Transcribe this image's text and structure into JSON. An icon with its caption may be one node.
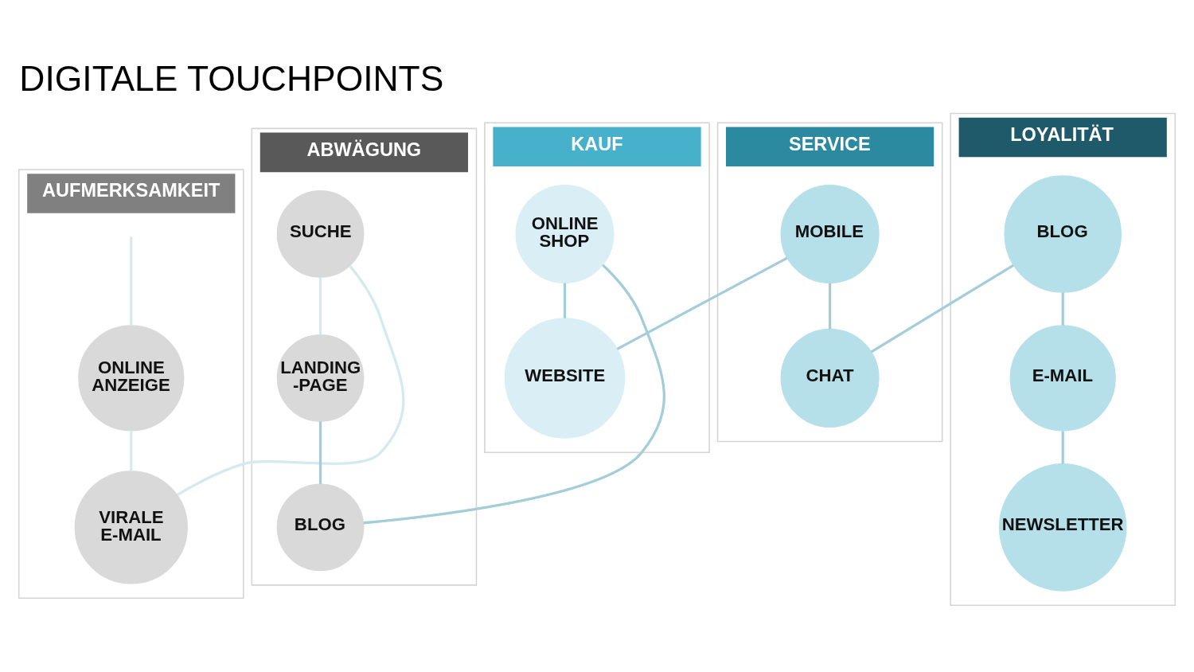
{
  "diagram": {
    "title": "DIGITALE TOUCHPOINTS",
    "nodes": [
      {
        "text": [
          "AUFMERKSAMKEIT"
        ]
      },
      {
        "text": [
          "ONLINE ANZEIGE"
        ],
        "in": 0
      },
      {
        "text": [
          "VIRALE E-MAIL"
        ],
        "in": 0
      },
      {
        "text": [
          "ABWÄGUNG"
        ]
      },
      {
        "text": [
          "SUCHE"
        ],
        "in": 3
      },
      {
        "text": [
          "LANDING -PAGE"
        ],
        "in": 3
      },
      {
        "text": [
          "BLOG"
        ],
        "in": 3
      },
      {
        "text": [
          "KAUF"
        ]
      },
      {
        "text": [
          "ONLINE SHOP"
        ],
        "in": 7
      },
      {
        "text": [
          "WEBSITE"
        ],
        "in": 7
      },
      {
        "text": [
          "SERVICE"
        ]
      },
      {
        "text": [
          "CHAT"
        ],
        "in": 10
      },
      {
        "text": [
          "MOBILE"
        ],
        "in": 10
      },
      {
        "text": [
          "LOYALITÄT"
        ]
      },
      {
        "text": [
          "BLOG"
        ],
        "in": 13
      },
      {
        "text": [
          "E-MAIL"
        ],
        "in": 13
      },
      {
        "text": [
          "NEWSLETTER"
        ],
        "in": 13
      }
    ],
    "edges": [
      {
        "from": null,
        "to": 1,
        "arrow": "none",
        "color": "#d3eaf0"
      },
      {
        "from": 1,
        "to": 2,
        "arrow": "none",
        "color": "#d3eaf0"
      },
      {
        "from": 2,
        "to": 4,
        "arrow": "none",
        "color": "#d3eaf0"
      },
      {
        "from": 4,
        "to": 5,
        "arrow": "none",
        "color": "#d3eaf0"
      },
      {
        "from": 5,
        "to": 6,
        "arrow": "none"
      },
      {
        "from": 6,
        "to": 8,
        "arrow": "none"
      },
      {
        "from": 8,
        "to": 9,
        "arrow": "none"
      },
      {
        "from": 9,
        "to": 12,
        "arrow": "none"
      },
      {
        "from": 12,
        "to": 11,
        "arrow": "none"
      },
      {
        "from": 11,
        "to": 14,
        "arrow": "none"
      },
      {
        "from": 14,
        "to": 15,
        "arrow": "none"
      },
      {
        "from": 15,
        "to": 16,
        "arrow": "none"
      }
    ]
  }
}
